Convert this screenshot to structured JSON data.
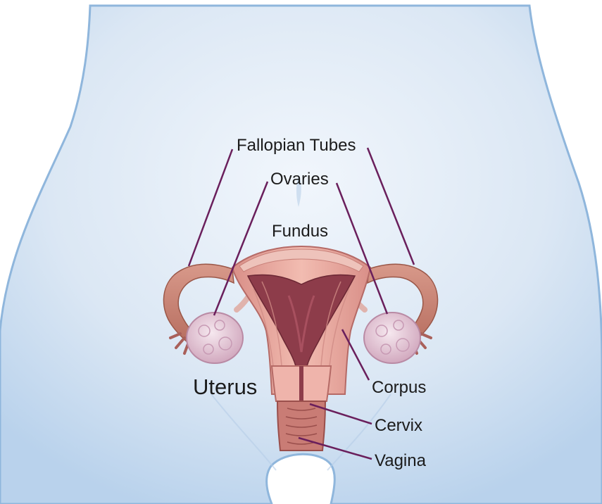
{
  "labels": {
    "fallopian_tubes": "Fallopian Tubes",
    "ovaries": "Ovaries",
    "fundus": "Fundus",
    "uterus": "Uterus",
    "corpus": "Corpus",
    "cervix": "Cervix",
    "vagina": "Vagina"
  },
  "colors": {
    "body_fill": "#dce8f5",
    "body_edge": "#8fb6dc",
    "leader_line": "#6a1f5c",
    "tissue": "#e9a9a0",
    "tissue_dark": "#b86a66",
    "cavity": "#8d3c4a",
    "tube": "#c98373",
    "ovary": "#e6ccd9"
  }
}
